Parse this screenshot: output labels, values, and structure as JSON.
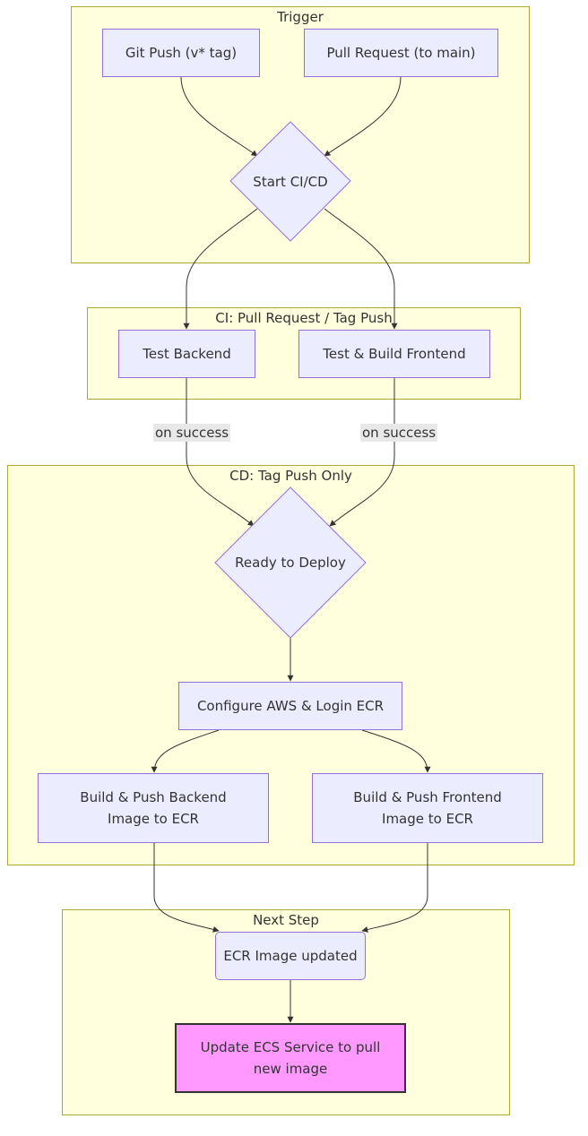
{
  "clusters": {
    "trigger": "Trigger",
    "ci": "CI: Pull Request / Tag Push",
    "cd": "CD: Tag Push Only",
    "next": "Next Step"
  },
  "nodes": {
    "git_push": "Git Push (v* tag)",
    "pull_request": "Pull Request (to main)",
    "start": "Start CI/CD",
    "test_backend": "Test Backend",
    "test_frontend": "Test & Build Frontend",
    "ready": "Ready to Deploy",
    "configure": "Configure AWS & Login ECR",
    "build_backend_1": "Build & Push Backend",
    "build_backend_2": "Image to ECR",
    "build_frontend_1": "Build & Push Frontend",
    "build_frontend_2": "Image to ECR",
    "ecr_updated": "ECR Image updated",
    "update_ecs_1": "Update ECS Service to pull",
    "update_ecs_2": "new image"
  },
  "edge_labels": {
    "backend_success": "on success",
    "frontend_success": "on success"
  },
  "colors": {
    "cluster_fill": "#ffffde",
    "cluster_border": "#aaaa33",
    "node_fill": "#ececff",
    "node_border": "#9370db",
    "highlight_fill": "#ff99ff",
    "edge": "#333333"
  }
}
